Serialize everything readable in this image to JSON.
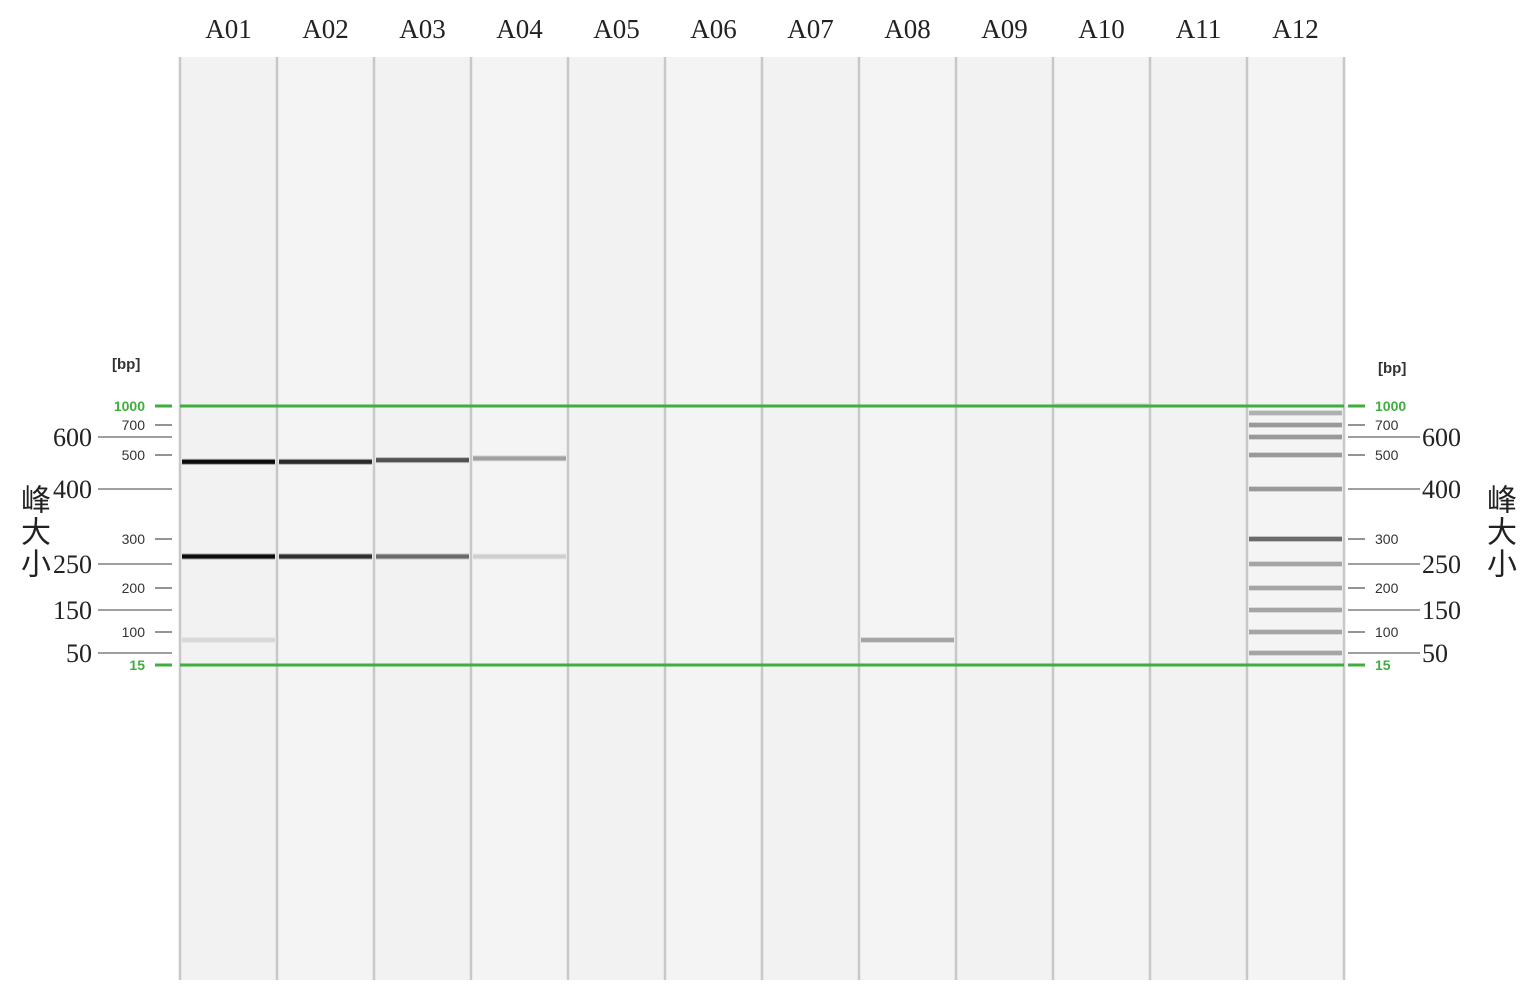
{
  "gel": {
    "title": "",
    "y_axis_label": "峰大小",
    "bp_unit_label": "[bp]",
    "lanes": [
      "A01",
      "A02",
      "A03",
      "A04",
      "A05",
      "A06",
      "A07",
      "A08",
      "A09",
      "A10",
      "A11",
      "A12"
    ],
    "markers": [
      {
        "bp": 1000,
        "label": "1000",
        "color": "#3fae3f"
      },
      {
        "bp": 15,
        "label": "15",
        "color": "#3fae3f"
      }
    ],
    "ladder_labels": [
      "700",
      "500",
      "300",
      "200",
      "100"
    ],
    "outer_labels": [
      "600",
      "400",
      "250",
      "150",
      "50"
    ],
    "bands": [
      {
        "lane": "A01",
        "bp": 480,
        "intensity": 0.95
      },
      {
        "lane": "A01",
        "bp": 265,
        "intensity": 0.95
      },
      {
        "lane": "A01",
        "bp": 75,
        "intensity": 0.08
      },
      {
        "lane": "A02",
        "bp": 480,
        "intensity": 0.82
      },
      {
        "lane": "A02",
        "bp": 265,
        "intensity": 0.8
      },
      {
        "lane": "A03",
        "bp": 485,
        "intensity": 0.65
      },
      {
        "lane": "A03",
        "bp": 265,
        "intensity": 0.55
      },
      {
        "lane": "A04",
        "bp": 490,
        "intensity": 0.32
      },
      {
        "lane": "A04",
        "bp": 265,
        "intensity": 0.12
      },
      {
        "lane": "A08",
        "bp": 75,
        "intensity": 0.3
      },
      {
        "lane": "A10",
        "bp": 1005,
        "intensity": 0.1
      },
      {
        "lane": "A12",
        "bp": 850,
        "intensity": 0.25
      },
      {
        "lane": "A12",
        "bp": 700,
        "intensity": 0.35
      },
      {
        "lane": "A12",
        "bp": 600,
        "intensity": 0.35
      },
      {
        "lane": "A12",
        "bp": 500,
        "intensity": 0.35
      },
      {
        "lane": "A12",
        "bp": 400,
        "intensity": 0.35
      },
      {
        "lane": "A12",
        "bp": 300,
        "intensity": 0.55
      },
      {
        "lane": "A12",
        "bp": 250,
        "intensity": 0.3
      },
      {
        "lane": "A12",
        "bp": 200,
        "intensity": 0.3
      },
      {
        "lane": "A12",
        "bp": 150,
        "intensity": 0.3
      },
      {
        "lane": "A12",
        "bp": 100,
        "intensity": 0.3
      },
      {
        "lane": "A12",
        "bp": 50,
        "intensity": 0.3
      }
    ]
  }
}
